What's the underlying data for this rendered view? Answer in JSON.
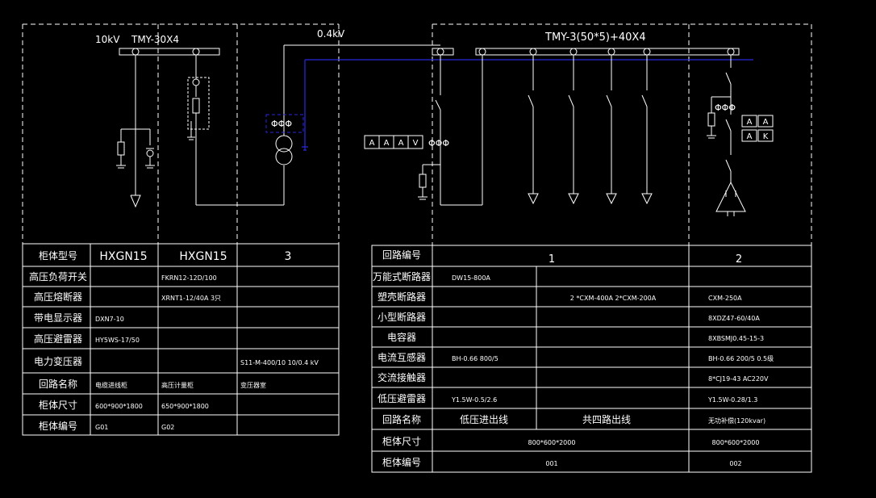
{
  "top": {
    "hv_voltage": "10kV",
    "hv_busbar": "TMY-30X4",
    "lv_voltage": "0.4kV",
    "lv_busbar": "TMY-3(50*5)+40X4"
  },
  "meters": [
    "A",
    "A",
    "A",
    "V"
  ],
  "meters2": [
    "A",
    "A",
    "A",
    "K"
  ],
  "hv_table": {
    "header": {
      "label": "柜体型号",
      "col1": "HXGN15",
      "col2": "HXGN15",
      "col3": "3"
    },
    "rows": [
      {
        "label": "高压负荷开关",
        "col1": "",
        "col2": "FKRN12-12D/100",
        "col3": ""
      },
      {
        "label": "高压熔断器",
        "col1": "",
        "col2": "XRNT1-12/40A 3只",
        "col3": ""
      },
      {
        "label": "带电显示器",
        "col1": "DXN7-10",
        "col2": "",
        "col3": ""
      },
      {
        "label": "高压避雷器",
        "col1": "HY5WS-17/50",
        "col2": "",
        "col3": ""
      },
      {
        "label": "电力变压器",
        "col1": "",
        "col2": "",
        "col3": "S11-M-400/10 10/0.4 kV"
      },
      {
        "label": "回路名称",
        "col1": "电缆进线柜",
        "col2": "高压计量柜",
        "col3": "变压器室"
      },
      {
        "label": "柜体尺寸",
        "col1": "600*900*1800",
        "col2": "650*900*1800",
        "col3": ""
      },
      {
        "label": "柜体编号",
        "col1": "G01",
        "col2": "G02",
        "col3": ""
      }
    ]
  },
  "lv_table": {
    "header": {
      "label": "回路编号",
      "col1": "1",
      "col2": "2"
    },
    "rows": [
      {
        "label": "万能式断路器",
        "a": "DW15-800A",
        "b": "",
        "c": ""
      },
      {
        "label": "塑壳断路器",
        "a": "",
        "b": "2 *CXM-400A 2*CXM-200A",
        "c": "CXM-250A"
      },
      {
        "label": "小型断路器",
        "a": "",
        "b": "",
        "c": "8XDZ47-60/40A"
      },
      {
        "label": "电容器",
        "a": "",
        "b": "",
        "c": "8XBSMJ0.45-15-3"
      },
      {
        "label": "电流互感器",
        "a": "BH-0.66 800/5",
        "b": "",
        "c": "BH-0.66 200/5 0.5级"
      },
      {
        "label": "交流接触器",
        "a": "",
        "b": "",
        "c": "8*CJ19-43 AC220V"
      },
      {
        "label": "低压避雷器",
        "a": "Y1.5W-0.5/2.6",
        "b": "",
        "c": "Y1.5W-0.28/1.3"
      },
      {
        "label": "回路名称",
        "a": "低压进出线",
        "b": "共四路出线",
        "c": "无功补偿(120kvar)"
      },
      {
        "label": "柜体尺寸",
        "ab": "800*600*2000",
        "c": "800*600*2000"
      },
      {
        "label": "柜体编号",
        "ab": "001",
        "c": "002"
      }
    ]
  },
  "colors": {
    "line": "#ffffff",
    "bus_neutral": "#2828e0",
    "background": "#000000"
  }
}
